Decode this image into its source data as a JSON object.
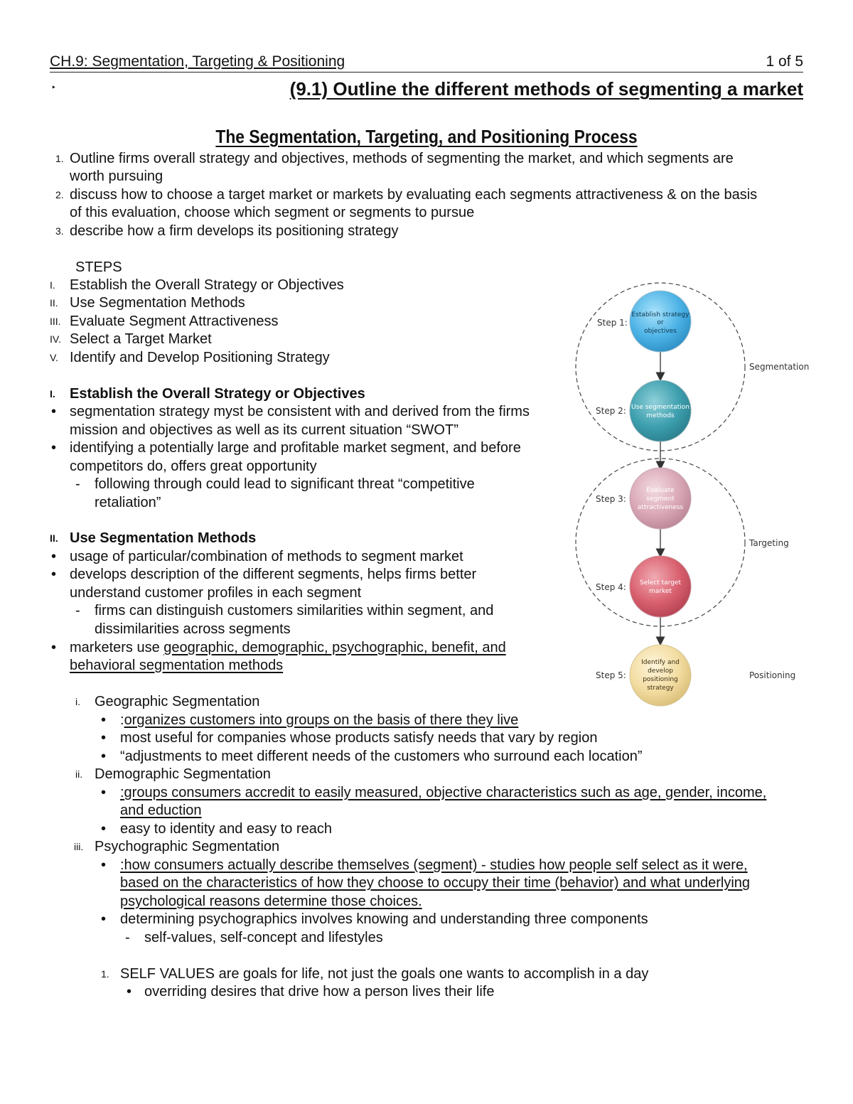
{
  "header": {
    "title": "CH.9: Segmentation, Targeting & Positioning",
    "page": "1 of 5"
  },
  "section": {
    "marker": "‣",
    "heading": "(9.1) Outline the different methods of segmenting a market"
  },
  "process_title": "The Segmentation, Targeting, and Positioning Process",
  "objectives": [
    {
      "num": "1.",
      "lines": [
        "Outline firms overall strategy and objectives, methods of segmenting the market, and which segments are",
        "worth pursuing"
      ]
    },
    {
      "num": "2.",
      "lines": [
        "discuss how to choose a target market or markets by evaluating each segments attractiveness & on the basis",
        "of this evaluation, choose which segment or segments to pursue"
      ]
    },
    {
      "num": "3.",
      "lines": [
        "describe how a firm develops its positioning strategy"
      ]
    }
  ],
  "steps": {
    "heading": "STEPS",
    "items": [
      {
        "num": "I.",
        "text": "Establish the Overall Strategy or Objectives"
      },
      {
        "num": "II.",
        "text": "Use Segmentation Methods"
      },
      {
        "num": "III.",
        "text": "Evaluate Segment Attractiveness"
      },
      {
        "num": "IV.",
        "text": "Select a Target Market"
      },
      {
        "num": "V.",
        "text": "Identify and Develop Positioning Strategy"
      }
    ]
  },
  "part1": {
    "num": "I.",
    "heading": "Establish the Overall Strategy or Objectives",
    "b1": [
      "segmentation strategy myst be consistent with and derived from the firms",
      "mission and objectives as well as its current situation “SWOT”"
    ],
    "b2": [
      "identifying a potentially large and profitable market segment, and before",
      "competitors do, offers great opportunity"
    ],
    "d1": [
      "following through could lead to significant threat “competitive",
      "retaliation”"
    ]
  },
  "part2": {
    "num": "II.",
    "heading": "Use Segmentation Methods",
    "b1": "usage of particular/combination of methods to segment market",
    "b2": [
      "develops description of the different segments, helps firms better",
      "understand customer profiles in each segment"
    ],
    "d1": [
      "firms can distinguish customers similarities within segment, and",
      "dissimilarities across segments"
    ],
    "b3_prefix": "marketers use ",
    "b3_link": "geographic, demographic, psychographic, benefit, and",
    "b3_line2": "behavioral segmentation methods"
  },
  "geo": {
    "num": "i.",
    "heading": "Geographic Segmentation",
    "b1_prefix": ":",
    "b1": "organizes customers into groups on the basis of there they live",
    "b2": "most useful for companies whose products satisfy needs that vary by region",
    "b3": "“adjustments to meet different needs of the customers who surround each location”"
  },
  "demo": {
    "num": "ii.",
    "heading": "Demographic Segmentation",
    "b1": [
      ":groups consumers accredit to easily measured, objective characteristics such as age, gender, income,",
      "and eduction"
    ],
    "b2": "easy to identity and easy to reach"
  },
  "psycho": {
    "num": "iii.",
    "heading": "Psychographic Segmentation",
    "b1": [
      ":how consumers actually describe themselves (segment) - studies how people self select as it were,",
      "based on the characteristics of how they choose to occupy their time (behavior) and what underlying",
      "psychological reasons determine those choices."
    ],
    "b2": "determining psychographics involves knowing and understanding three components",
    "d1": "self-values, self-concept and lifestyles"
  },
  "values": {
    "num": "1.",
    "text": "SELF VALUES are goals for life, not just the goals one wants to accomplish in a day",
    "b1": "overriding desires that drive how a person lives their life"
  },
  "diagram": {
    "steps": [
      "Step 1:",
      "Step 2:",
      "Step 3:",
      "Step 4:",
      "Step 5:"
    ],
    "circles": [
      {
        "lines": [
          "Establish strategy",
          "or",
          "objectives"
        ],
        "color": "#4db3e6"
      },
      {
        "lines": [
          "Use segmentation",
          "methods"
        ],
        "color": "#3d9fae"
      },
      {
        "lines": [
          "Evaluate",
          "segment",
          "attractiveness"
        ],
        "color": "#d9a7b6"
      },
      {
        "lines": [
          "Select target",
          "market"
        ],
        "color": "#d9606e"
      },
      {
        "lines": [
          "Identify and",
          "develop",
          "positioning",
          "strategy"
        ],
        "color": "#f2dca0"
      }
    ],
    "phases": [
      "Segmentation",
      "Targeting",
      "Positioning"
    ]
  }
}
